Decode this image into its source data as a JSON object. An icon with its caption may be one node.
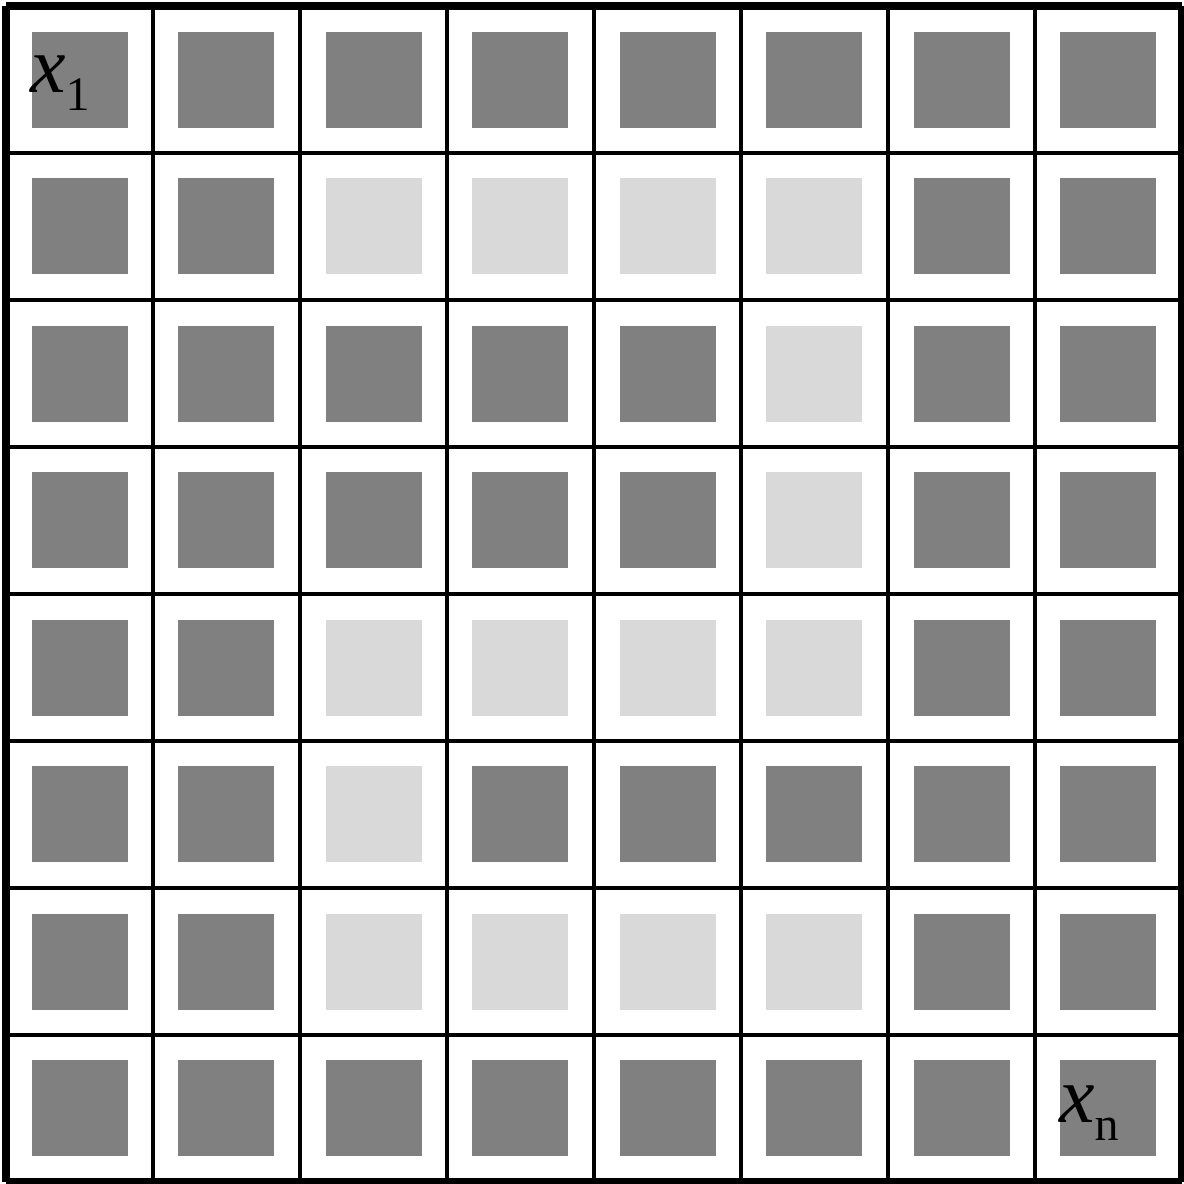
{
  "diagram": {
    "nodes": [
      {
        "text": [
          "*x*$_{1}$"
        ]
      },
      {
        "text": [],
        "shape": "box"
      },
      {
        "text": [],
        "shape": "box"
      },
      {
        "text": [],
        "shape": "box"
      },
      {
        "text": [],
        "shape": "box"
      },
      {
        "text": [],
        "shape": "box"
      },
      {
        "text": [],
        "shape": "box"
      },
      {
        "text": [],
        "shape": "box"
      },
      {
        "text": [],
        "shape": "box"
      },
      {
        "text": [],
        "shape": "box"
      },
      {
        "text": [],
        "shape": "box"
      },
      {
        "text": [],
        "shape": "box"
      },
      {
        "text": [],
        "shape": "box"
      },
      {
        "text": [],
        "shape": "box"
      },
      {
        "text": [],
        "shape": "box"
      },
      {
        "text": [],
        "shape": "box"
      },
      {
        "text": [],
        "shape": "box"
      },
      {
        "text": [],
        "shape": "box"
      },
      {
        "text": [],
        "shape": "box"
      },
      {
        "text": [],
        "shape": "box"
      },
      {
        "text": [],
        "shape": "box"
      },
      {
        "text": [],
        "shape": "box"
      },
      {
        "text": [],
        "shape": "box"
      },
      {
        "text": [],
        "shape": "box"
      },
      {
        "text": [],
        "shape": "box"
      },
      {
        "text": [],
        "shape": "box"
      },
      {
        "text": [],
        "shape": "box"
      },
      {
        "text": [],
        "shape": "box"
      },
      {
        "text": [],
        "shape": "box"
      },
      {
        "text": [],
        "shape": "box"
      },
      {
        "text": [],
        "shape": "box"
      },
      {
        "text": [],
        "shape": "box"
      },
      {
        "text": [],
        "shape": "box"
      },
      {
        "text": [],
        "shape": "box"
      },
      {
        "text": [],
        "shape": "box"
      },
      {
        "text": [],
        "shape": "box"
      },
      {
        "text": [],
        "shape": "box"
      },
      {
        "text": [],
        "shape": "box"
      },
      {
        "text": [],
        "shape": "box"
      },
      {
        "text": [],
        "shape": "box"
      },
      {
        "text": [],
        "shape": "box"
      },
      {
        "text": [],
        "shape": "box"
      },
      {
        "text": [],
        "shape": "box"
      },
      {
        "text": [],
        "shape": "box"
      },
      {
        "text": [],
        "shape": "box"
      },
      {
        "text": [],
        "shape": "box"
      },
      {
        "text": [],
        "shape": "box"
      },
      {
        "text": [],
        "shape": "box"
      },
      {
        "text": [],
        "shape": "box"
      },
      {
        "text": [],
        "shape": "box"
      },
      {
        "text": [],
        "shape": "box"
      },
      {
        "text": [],
        "shape": "box"
      },
      {
        "text": [],
        "shape": "box"
      },
      {
        "text": [],
        "shape": "box"
      },
      {
        "text": [],
        "shape": "box"
      },
      {
        "text": [],
        "shape": "box"
      },
      {
        "text": [],
        "shape": "box"
      },
      {
        "text": [],
        "shape": "box"
      },
      {
        "text": [],
        "shape": "box"
      },
      {
        "text": [],
        "shape": "box"
      },
      {
        "text": [],
        "shape": "box"
      },
      {
        "text": [],
        "shape": "box"
      },
      {
        "text": [],
        "shape": "box"
      },
      {
        "text": [
          "*x*$_{n}$"
        ]
      }
    ]
  }
}
